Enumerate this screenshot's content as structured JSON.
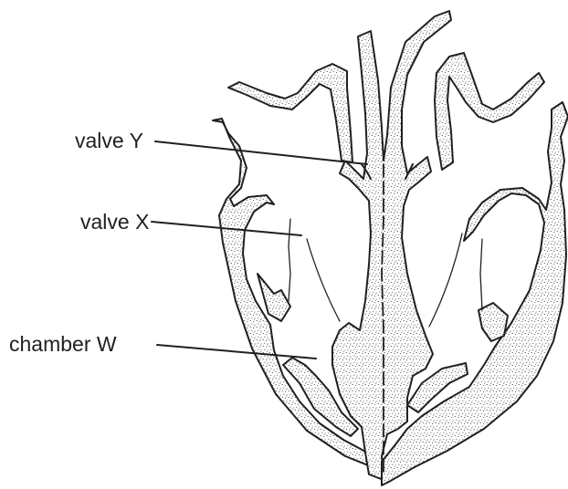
{
  "labels": {
    "valve_y": "valve Y",
    "valve_x": "valve X",
    "chamber_w": "chamber W"
  },
  "colors": {
    "stroke": "#231f20",
    "stipple": "#231f20",
    "background": "#ffffff"
  }
}
